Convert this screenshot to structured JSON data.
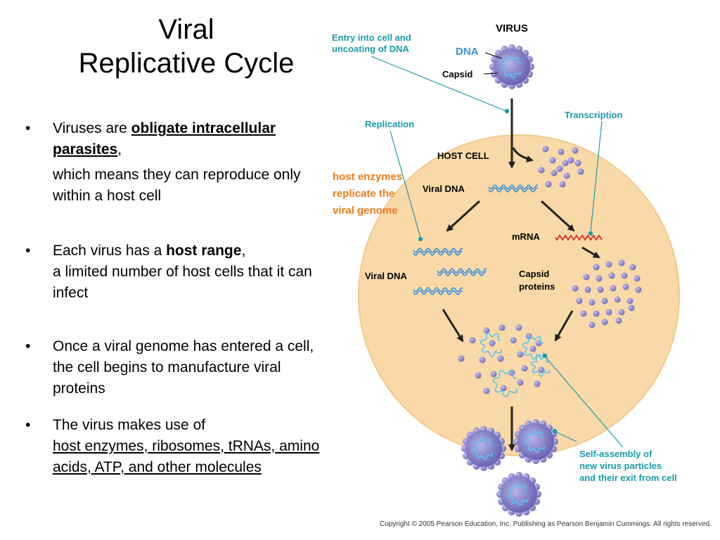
{
  "title": {
    "line1": "Viral",
    "line2": "Replicative Cycle"
  },
  "bullets": [
    {
      "lead": "Viruses are ",
      "term": "obligate intracellular parasites",
      "tail": ",",
      "sub": "which means they can reproduce only within a host cell"
    },
    {
      "lead": "Each virus has a ",
      "term": "host range",
      "tail": ",",
      "sub": "a limited number of host cells that it can infect"
    },
    {
      "text": "Once a viral genome has entered a cell, the cell begins to manufacture viral proteins"
    },
    {
      "lead": "The virus makes use of",
      "underlined": "host enzymes, ribosomes, tRNAs, amino acids, ATP, and other molecules"
    }
  ],
  "bullet_symbol": "•",
  "diagram": {
    "virus": "VIRUS",
    "dna": "DNA",
    "capsid": "Capsid",
    "entry_line1": "Entry into cell and",
    "entry_line2": "uncoating of DNA",
    "replication": "Replication",
    "transcription": "Transcription",
    "host_cell": "HOST CELL",
    "host_enzymes_line1": "host enzymes",
    "host_enzymes_line2": "replicate the",
    "host_enzymes_line3": "viral genome",
    "viral_dna_top": "Viral DNA",
    "viral_dna_left": "Viral DNA",
    "mrna": "mRNA",
    "capsid_proteins_line1": "Capsid",
    "capsid_proteins_line2": "proteins",
    "self_assembly_line1": "Self-assembly of",
    "self_assembly_line2": "new virus particles",
    "self_assembly_line3": "and their exit from cell"
  },
  "copyright": "Copyright © 2005 Pearson Education, Inc. Publishing as Pearson Benjamin Cummings. All rights reserved.",
  "colors": {
    "cell_fill": "#f9d9a8",
    "cell_stroke": "#f3c88a",
    "teal": "#1a9aa8",
    "orange": "#f07a1a",
    "dna_blue": "#3d8fd6",
    "protein": "#8a86c6",
    "mrna_red": "#d83a2a",
    "capsomere": "#7b74c0"
  }
}
